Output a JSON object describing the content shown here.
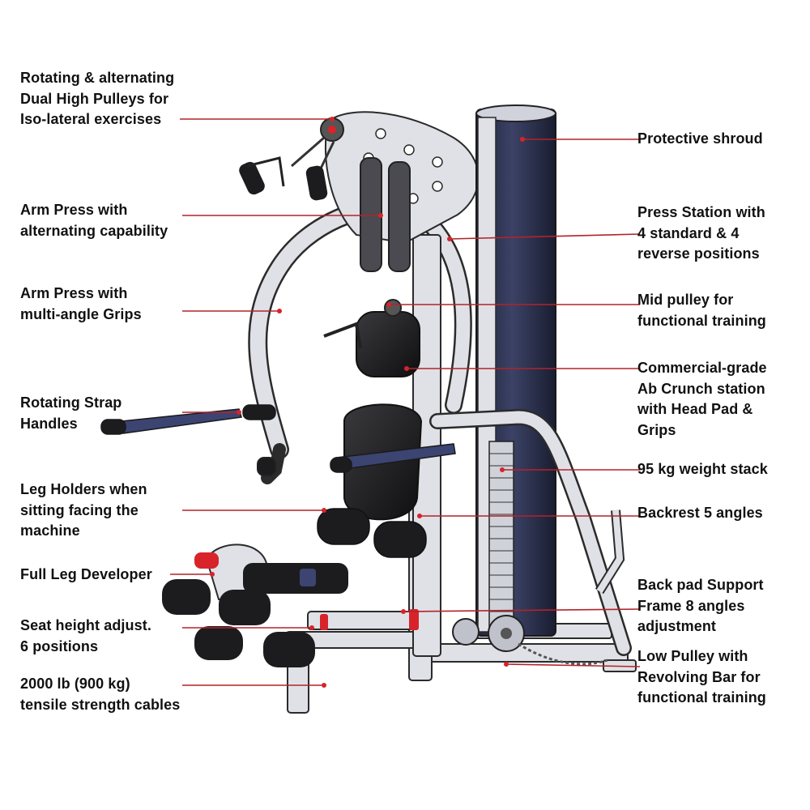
{
  "colors": {
    "leader": "#b3232b",
    "frame": "#dfe1e6",
    "frame_stroke": "#2b2b2b",
    "shroud": "#2f3450",
    "pad": "#1c1c1e",
    "accent_red": "#d8232a",
    "strap": "#3c4472"
  },
  "labels": {
    "rotating_pulleys": [
      "Rotating & alternating",
      "Dual High Pulleys for",
      "Iso-lateral exercises"
    ],
    "arm_press_alt": [
      "Arm Press with",
      "alternating capability"
    ],
    "arm_press_grips": [
      "Arm Press with",
      "multi-angle Grips"
    ],
    "strap_handles": [
      "Rotating Strap",
      "Handles"
    ],
    "leg_holders": [
      "Leg Holders when",
      "sitting facing the",
      "machine"
    ],
    "leg_developer": [
      "Full Leg Developer"
    ],
    "seat_height": [
      "Seat height adjust.",
      "6 positions"
    ],
    "cables": [
      "2000 lb (900 kg)",
      "tensile strength cables"
    ],
    "shroud": [
      "Protective shroud"
    ],
    "press_station": [
      "Press Station with",
      "4 standard & 4",
      "reverse positions"
    ],
    "mid_pulley": [
      "Mid pulley for",
      "functional training"
    ],
    "ab_crunch": [
      "Commercial-grade",
      "Ab Crunch station",
      "with Head Pad &",
      "Grips"
    ],
    "weight_stack": [
      "95 kg weight stack"
    ],
    "backrest": [
      "Backrest 5 angles"
    ],
    "back_pad": [
      "Back pad Support",
      "Frame 8 angles",
      "adjustment"
    ],
    "low_pulley": [
      "Low Pulley with",
      "Revolving Bar for",
      "functional training"
    ]
  }
}
